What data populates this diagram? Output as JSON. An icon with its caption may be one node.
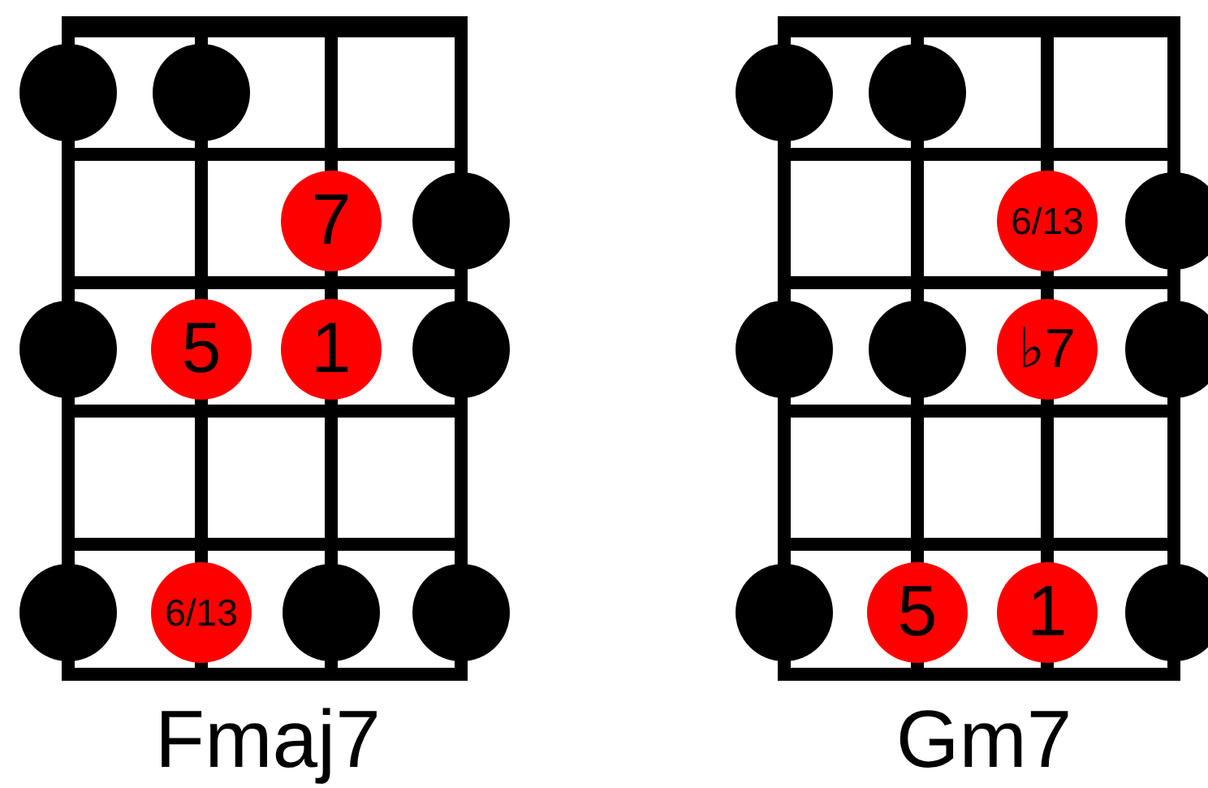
{
  "diagram": {
    "nodes": [
      {
        "text": [],
        "shape": "circle"
      },
      {
        "text": [],
        "shape": "circle"
      },
      {
        "text": [
          "7"
        ]
      },
      {
        "text": [],
        "shape": "circle"
      },
      {
        "text": [],
        "shape": "circle"
      },
      {
        "text": [
          "5"
        ]
      },
      {
        "text": [
          "1"
        ]
      },
      {
        "text": [],
        "shape": "circle"
      },
      {
        "text": [],
        "shape": "circle"
      },
      {
        "text": [
          "6/13"
        ]
      },
      {
        "text": [],
        "shape": "circle"
      },
      {
        "text": [],
        "shape": "circle"
      },
      {
        "text": [],
        "shape": "circle"
      },
      {
        "text": [],
        "shape": "circle"
      },
      {
        "text": [
          "6/13"
        ]
      },
      {
        "text": [],
        "shape": "circle"
      },
      {
        "text": [],
        "shape": "circle"
      },
      {
        "text": [],
        "shape": "circle"
      },
      {
        "text": [
          "♭7"
        ]
      },
      {
        "text": [],
        "shape": "circle"
      },
      {
        "text": [],
        "shape": "circle"
      },
      {
        "text": [
          "5"
        ]
      },
      {
        "text": [
          "1"
        ]
      },
      {
        "text": [],
        "shape": "circle"
      }
    ],
    "labels": [
      "Fmaj7",
      "Gm7"
    ]
  }
}
